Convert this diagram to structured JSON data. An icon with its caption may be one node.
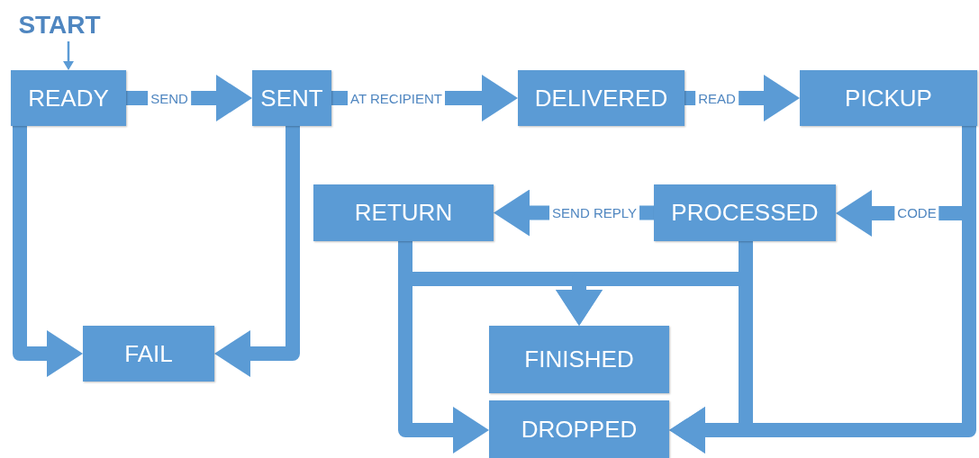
{
  "diagram": {
    "nodes": [
      {
        "text": [
          "START"
        ]
      },
      {
        "text": [
          "READY"
        ]
      },
      {
        "text": [
          "SENT"
        ]
      },
      {
        "text": [
          "DELIVERED"
        ]
      },
      {
        "text": [
          "PICKUP"
        ]
      },
      {
        "text": [
          "RETURN"
        ]
      },
      {
        "text": [
          "PROCESSED"
        ]
      },
      {
        "text": [
          "FAIL"
        ]
      },
      {
        "text": [
          "FINISHED"
        ]
      },
      {
        "text": [
          "DROPPED"
        ]
      }
    ],
    "edges": [
      {
        "from": 0,
        "to": 1,
        "arrow": "to"
      },
      {
        "from": 1,
        "to": 2,
        "arrow": "to",
        "label": "SEND"
      },
      {
        "from": 2,
        "to": 3,
        "arrow": "to",
        "label": "AT RECIPIENT"
      },
      {
        "from": 3,
        "to": 4,
        "arrow": "to",
        "label": "READ"
      },
      {
        "from": 4,
        "to": 6,
        "arrow": "to",
        "label": "CODE"
      },
      {
        "from": 6,
        "to": 5,
        "arrow": "to",
        "label": "SEND REPLY"
      },
      {
        "from": 1,
        "to": 7,
        "arrow": "to"
      },
      {
        "from": 2,
        "to": 7,
        "arrow": "to"
      },
      {
        "from": 5,
        "to": 8,
        "arrow": "to"
      },
      {
        "from": 6,
        "to": 8,
        "arrow": "to"
      },
      {
        "from": 5,
        "to": 9,
        "arrow": "to"
      },
      {
        "from": 6,
        "to": 9,
        "arrow": "to"
      },
      {
        "from": 4,
        "to": 9,
        "arrow": "to"
      }
    ]
  }
}
